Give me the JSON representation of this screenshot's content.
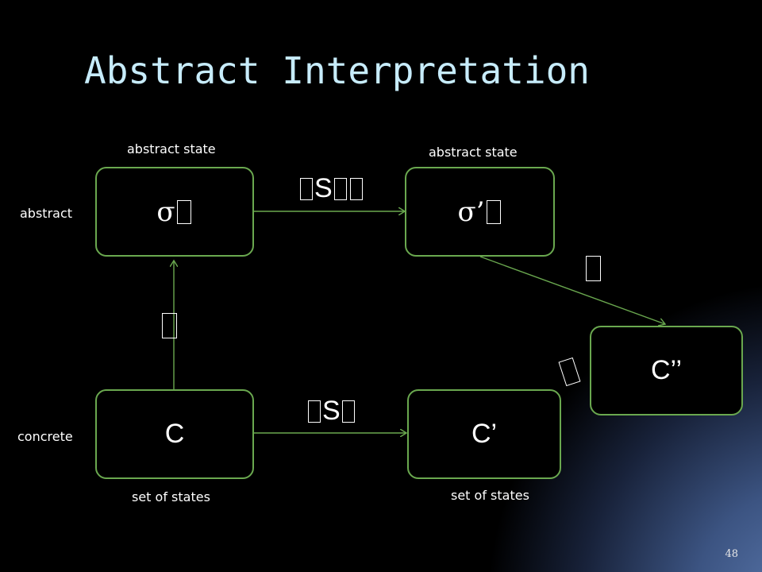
{
  "slide": {
    "title": "Abstract Interpretation",
    "page_number": "48"
  },
  "labels": {
    "abstract_state_left": "abstract state",
    "abstract_state_right": "abstract state",
    "row_abstract": "abstract",
    "row_concrete": "concrete",
    "set_of_states_left": "set of states",
    "set_of_states_right": "set of states"
  },
  "boxes": {
    "sigma": "σ",
    "sigma_prime": "σ’",
    "c": "C",
    "c_prime": "C’",
    "c_double_prime": "C’’"
  },
  "operators": {
    "abstract_transformer": "S",
    "concrete_semantics": "S"
  },
  "colors": {
    "title": "#c7ecfb",
    "box_border": "#6aa84f",
    "arrow": "#6aa84f",
    "text": "#ffffff"
  }
}
